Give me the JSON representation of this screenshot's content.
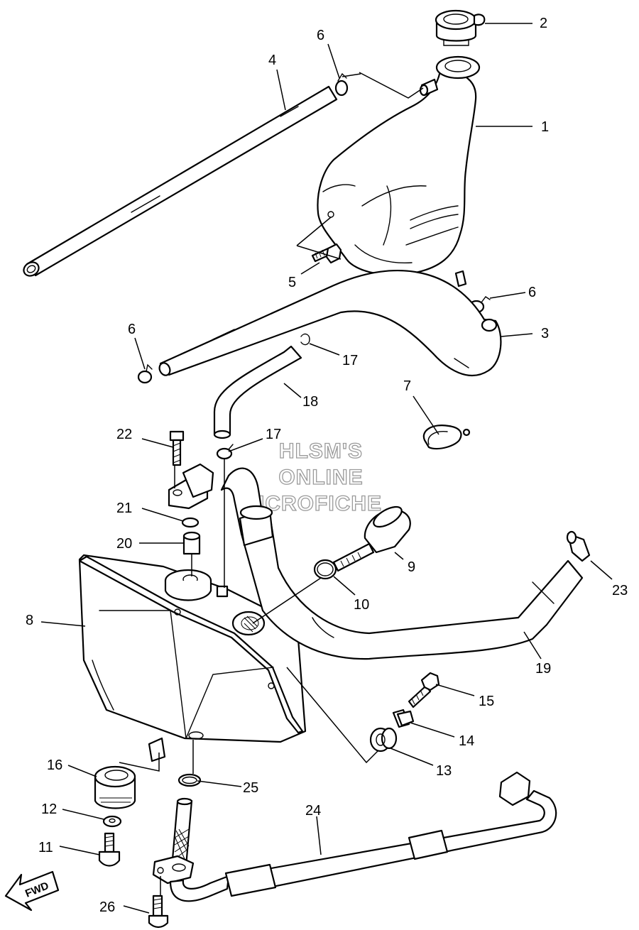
{
  "watermark": {
    "line1": "HLSM'S",
    "line2": "ONLINE",
    "line3": "MICROFICHE"
  },
  "direction_label": "FWD",
  "callouts": {
    "c1": "1",
    "c2": "2",
    "c3": "3",
    "c4": "4",
    "c5": "5",
    "c6a": "6",
    "c6b": "6",
    "c6c": "6",
    "c7": "7",
    "c8": "8",
    "c9": "9",
    "c10": "10",
    "c11": "11",
    "c12": "12",
    "c13": "13",
    "c14": "14",
    "c15": "15",
    "c16": "16",
    "c17a": "17",
    "c17b": "17",
    "c18": "18",
    "c19": "19",
    "c20": "20",
    "c21": "21",
    "c22": "22",
    "c23": "23",
    "c24": "24",
    "c25": "25",
    "c26": "26"
  }
}
